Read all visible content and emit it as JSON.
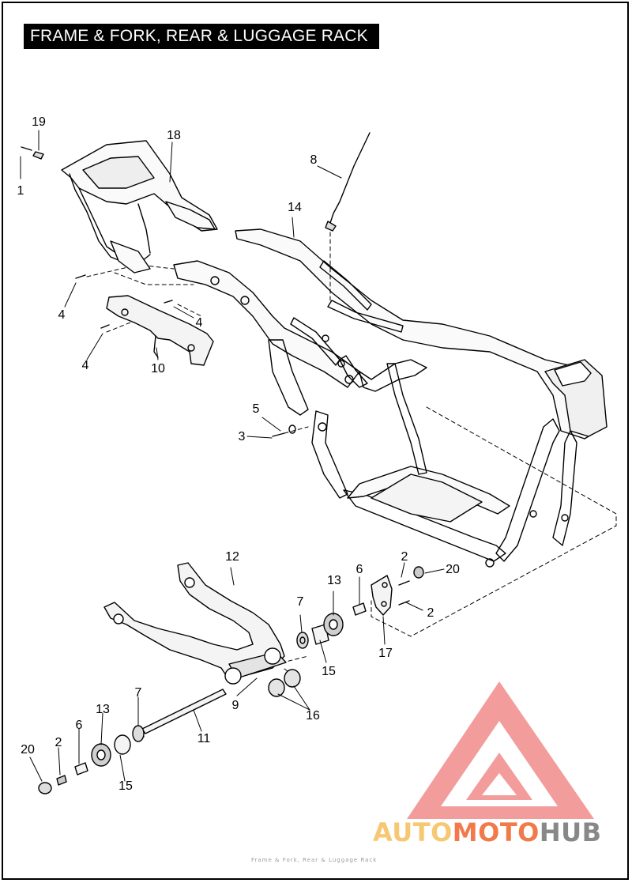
{
  "title": "FRAME & FORK, REAR & LUGGAGE RACK",
  "callouts": {
    "c1": "1",
    "c19": "19",
    "c18": "18",
    "c8": "8",
    "c14": "14",
    "c4a": "4",
    "c4b": "4",
    "c4c": "4",
    "c10": "10",
    "c5": "5",
    "c3": "3",
    "c12": "12",
    "c13a": "13",
    "c6a": "6",
    "c2a": "2",
    "c20a": "20",
    "c7a": "7",
    "c2b": "2",
    "c15a": "15",
    "c17": "17",
    "c9": "9",
    "c16": "16",
    "c7b": "7",
    "c13b": "13",
    "c6b": "6",
    "c11": "11",
    "c20b": "20",
    "c2c": "2",
    "c15b": "15"
  },
  "footer": "Frame & Fork, Rear & Luggage Rack",
  "watermark": {
    "auto": "AUTO",
    "moto": "MOTO",
    "hub": "HUB",
    "colors": {
      "auto": "#f7c873",
      "moto": "#f27a4a",
      "hub": "#888888",
      "triangle": "#f07b7b"
    }
  }
}
